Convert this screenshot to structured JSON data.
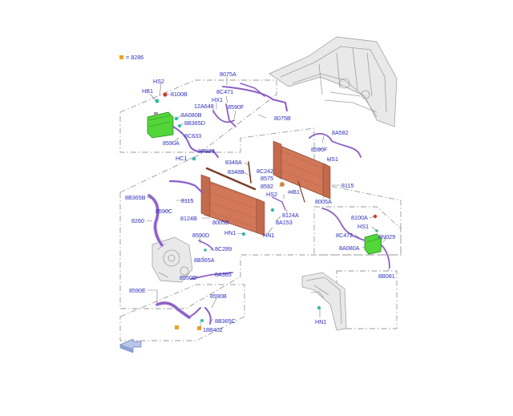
{
  "legend": {
    "text": "= 8286",
    "marker_color": "#f0a020"
  },
  "colors": {
    "label": "#2d2dbe",
    "hose": "#8a5fc4",
    "radiator": "#d27858",
    "reservoir": "#52d63a",
    "clip": "#35b8a8",
    "sensor": "#d13a2a"
  },
  "labels": {
    "hs2_top": "HS2",
    "hb1": "HB1",
    "l8100b": "8100B",
    "l8075a": "8075A",
    "l8c471": "8C471",
    "hx1": "HX1",
    "l12a648": "12A648",
    "l8590f_top": "8590F",
    "l8a080b": "8A080B",
    "l8b365d": "8B365D",
    "l8c633": "8C633",
    "l8590a": "8590A",
    "l3p923": "3P923",
    "l8075b": "8075B",
    "l8a582": "8A582",
    "l8590f_right": "8590F",
    "hs1": "HS1",
    "hc1": "HC1",
    "l8348a": "8348A",
    "l8348b": "8348B",
    "l8c242": "8C242",
    "l8575": "8575",
    "l8592": "8592",
    "hs2_mid": "HS2",
    "hb1_mid": "HB1",
    "l8115_right": "8115",
    "l8005a": "8005A",
    "l8b365b": "8B365B",
    "l8115_left": "8115",
    "l8590c": "8590C",
    "l8124a": "8124A",
    "l8a153": "8A153",
    "l8260": "8260",
    "l8124b": "8124B",
    "l8005b": "8005B",
    "hn1_a": "HN1",
    "hn1_b": "HN1",
    "l8100a": "8100A",
    "hs1_right": "HS1",
    "l8c472": "8C472",
    "l8n029": "8N029",
    "l8a080a": "8A080A",
    "l8b081": "8B081",
    "l8590d": "8590D",
    "l8c289": "8C289",
    "l8b365a": "8B365A",
    "l8550d": "8550D",
    "l8a365": "8A365",
    "l8590e": "8590E",
    "l8590b": "8590B",
    "l8b365c": "8B365C",
    "l18b402": "18B402",
    "hn1_bottom": "HN1"
  }
}
